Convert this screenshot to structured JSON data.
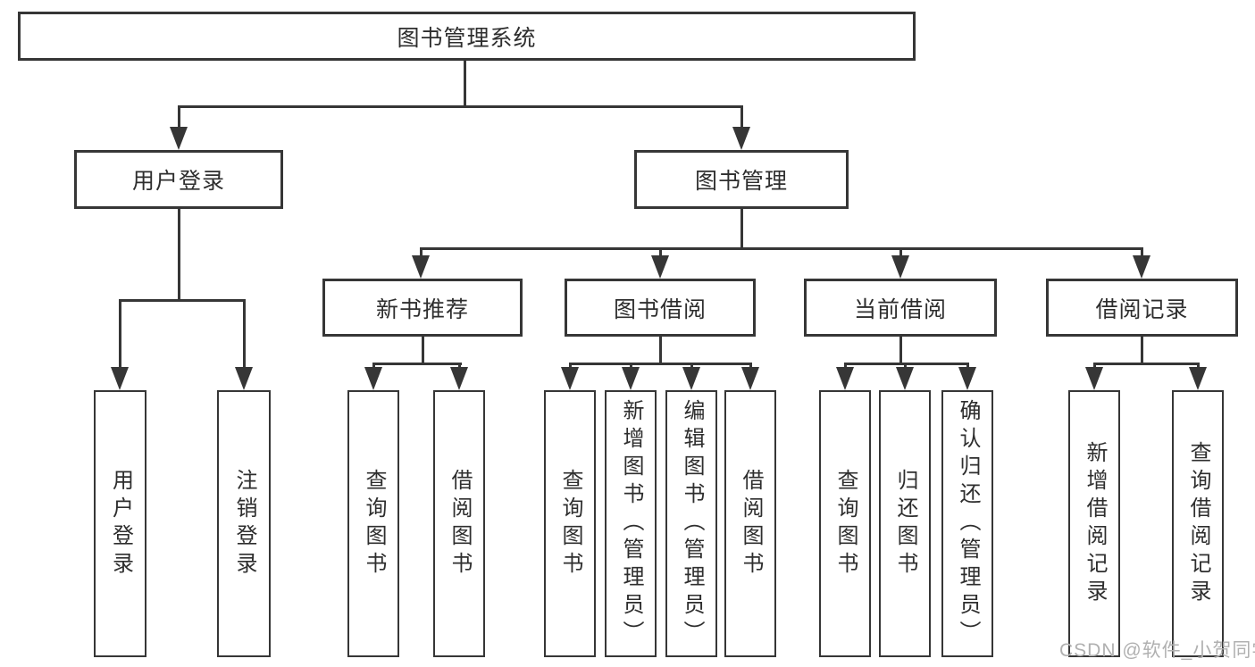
{
  "tree": {
    "label": "图书管理系统",
    "children": [
      {
        "label": "用户登录",
        "children": [
          {
            "label": "用户登录"
          },
          {
            "label": "注销登录"
          }
        ]
      },
      {
        "label": "图书管理",
        "children": [
          {
            "label": "新书推荐",
            "children": [
              {
                "label": "查询图书"
              },
              {
                "label": "借阅图书"
              }
            ]
          },
          {
            "label": "图书借阅",
            "children": [
              {
                "label": "查询图书"
              },
              {
                "label": "新增图书（管理员）"
              },
              {
                "label": "编辑图书（管理员）"
              },
              {
                "label": "借阅图书"
              }
            ]
          },
          {
            "label": "当前借阅",
            "children": [
              {
                "label": "查询图书"
              },
              {
                "label": "归还图书"
              },
              {
                "label": "确认归还（管理员）"
              }
            ]
          },
          {
            "label": "借阅记录",
            "children": [
              {
                "label": "新增借阅记录"
              },
              {
                "label": "查询借阅记录"
              }
            ]
          }
        ]
      }
    ]
  },
  "watermark": {
    "text": "CSDN @软件_小贺同学"
  },
  "colors": {
    "line": "#363636",
    "text": "#2e2e2e",
    "background": "#ffffff",
    "watermark": "#b0b0b0"
  }
}
